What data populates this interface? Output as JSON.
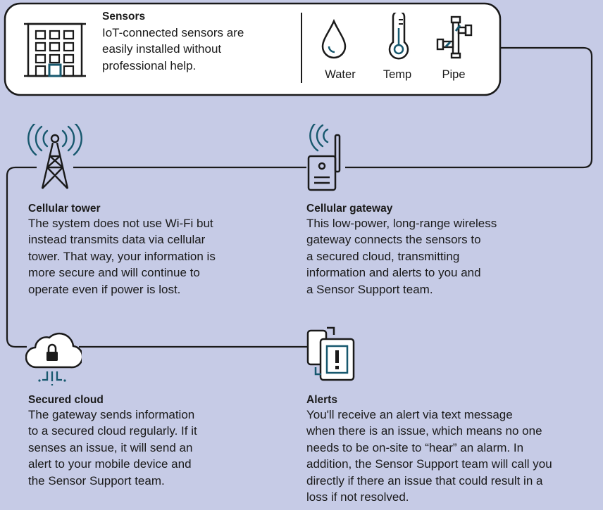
{
  "colors": {
    "background": "#c6cbe6",
    "card": "#ffffff",
    "line": "#1a1a1a",
    "accent": "#17586e"
  },
  "sensors": {
    "title": "Sensors",
    "body_lines": [
      "IoT-connected sensors are",
      "easily installed without",
      "professional help."
    ],
    "icon": "building-icon",
    "types": [
      {
        "label": "Water",
        "icon": "water-drop-icon"
      },
      {
        "label": "Temp",
        "icon": "thermometer-icon"
      },
      {
        "label": "Pipe",
        "icon": "pipe-icon"
      }
    ]
  },
  "steps": [
    {
      "title": "Cellular tower",
      "icon": "cellular-tower-icon",
      "body_lines": [
        "The system does not use Wi-Fi but",
        "instead transmits data via cellular",
        "tower. That way, your information is",
        "more secure and will continue to",
        "operate even if power is lost."
      ]
    },
    {
      "title": "Cellular gateway",
      "icon": "gateway-icon",
      "body_lines": [
        "This low-power, long-range wireless",
        "gateway connects the sensors to",
        "a secured cloud, transmitting",
        "information and alerts to you and",
        "a Sensor Support team."
      ]
    },
    {
      "title": "Secured cloud",
      "icon": "secure-cloud-icon",
      "body_lines": [
        "The gateway sends information",
        "to a secured cloud regularly. If it",
        "senses an issue, it will send an",
        "alert to your mobile device and",
        "the Sensor Support team."
      ]
    },
    {
      "title": "Alerts",
      "icon": "mobile-alert-icon",
      "body_lines": [
        "You'll receive an alert via text message",
        "when there is an issue, which means no one",
        "needs to be on-site to “hear” an alarm. In",
        "addition, the Sensor Support team will call you",
        "directly if there an issue that could result in a",
        "loss if not resolved."
      ]
    }
  ]
}
